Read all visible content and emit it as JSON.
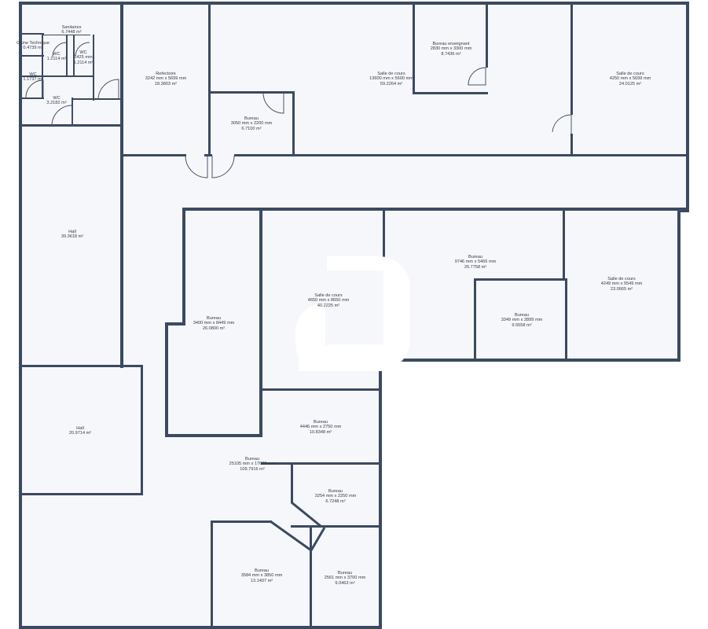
{
  "rooms": [
    {
      "id": "sanitaires",
      "name": "Sanitaires",
      "dims": "",
      "area": "6.7448 m²"
    },
    {
      "id": "gaine",
      "name": "Gaine Technique",
      "dims": "",
      "area": "0.4739 m²"
    },
    {
      "id": "wc1",
      "name": "WC",
      "dims": "",
      "area": "1.2114 m²"
    },
    {
      "id": "wc2",
      "name": "WC",
      "dims": "1425 mm",
      "area": "1.2114 m²"
    },
    {
      "id": "wc3",
      "name": "WC",
      "dims": "",
      "area": "1.1737 m²"
    },
    {
      "id": "wc4",
      "name": "WC",
      "dims": "",
      "area": "3.2182 m²"
    },
    {
      "id": "refectoire",
      "name": "Refectoire",
      "dims": "3242 mm x 5699 mm",
      "area": "18.3803 m²"
    },
    {
      "id": "salle1",
      "name": "Salle de cours",
      "dims": "13600 mm x 5600 mm",
      "area": "59.2264 m²"
    },
    {
      "id": "bureau_ens",
      "name": "Bureau enseignant",
      "dims": "2830 mm x 3300 mm",
      "area": "8.7436 m²"
    },
    {
      "id": "salle2",
      "name": "Salle de cours",
      "dims": "4250 mm x 5699 mm",
      "area": "24.0125 m²"
    },
    {
      "id": "bureau_a",
      "name": "Bureau",
      "dims": "3050 mm x 2200 mm",
      "area": "6.7100 m²"
    },
    {
      "id": "hall1",
      "name": "Hall",
      "dims": "",
      "area": "39.3618 m²"
    },
    {
      "id": "bureau_b",
      "name": "Bureau",
      "dims": "3400 mm x 8449 mm",
      "area": "26.0800 m²"
    },
    {
      "id": "salle3",
      "name": "Salle de cours",
      "dims": "4650 mm x 8650 mm",
      "area": "40.2225 m²"
    },
    {
      "id": "bureau_c",
      "name": "Bureau",
      "dims": "9746 mm x 5466 mm",
      "area": "26.7758 m²"
    },
    {
      "id": "bureau_d",
      "name": "Bureau",
      "dims": "3349 mm x 2899 mm",
      "area": "9.5558 m²"
    },
    {
      "id": "salle4",
      "name": "Salle de cours",
      "dims": "4249 mm x 5549 mm",
      "area": "23.0665 m²"
    },
    {
      "id": "hall2",
      "name": "Hall",
      "dims": "",
      "area": "20.9714 m²"
    },
    {
      "id": "bureau_e",
      "name": "Bureau",
      "dims": "4446 mm x 2750 mm",
      "area": "10.8348 m²"
    },
    {
      "id": "bureau_f",
      "name": "Bureau",
      "dims": "25105 mm x 17600 mm",
      "area": "109.7916 m²"
    },
    {
      "id": "bureau_g",
      "name": "Bureau",
      "dims": "3254 mm x 2250 mm",
      "area": "6.7248 m²"
    },
    {
      "id": "bureau_h",
      "name": "Bureau",
      "dims": "3584 mm x 3850 mm",
      "area": "13.1407 m²"
    },
    {
      "id": "bureau_i",
      "name": "Bureau",
      "dims": "2561 mm x 3700 mm",
      "area": "9.0463 m²"
    }
  ],
  "colors": {
    "wall": "#3b4a60",
    "room": "#f6f7fb",
    "background": "#ffffff"
  }
}
